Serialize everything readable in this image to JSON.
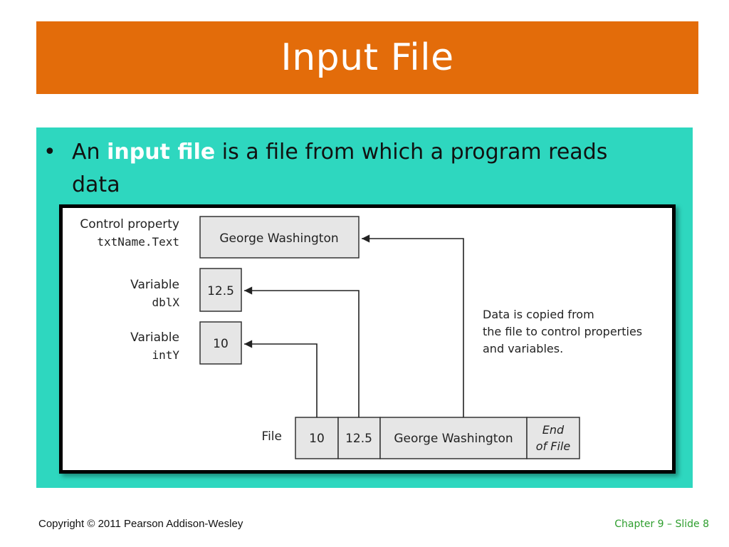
{
  "slide": {
    "title": "Input File",
    "bullet_symbol": "•",
    "bullet_prefix": "An ",
    "bullet_emphasis": "input file",
    "bullet_suffix": " is a file from which a program reads data",
    "colors": {
      "title_bg": "#e36c0a",
      "content_bg": "#2ed7bf",
      "emphasis": "#ffffff",
      "footer_right": "#2e9e2e"
    }
  },
  "figure": {
    "control_label_line1": "Control property",
    "control_label_line2": "txtName.Text",
    "control_value": "George Washington",
    "var1_label_line1": "Variable",
    "var1_label_line2": "dblX",
    "var1_value": "12.5",
    "var2_label_line1": "Variable",
    "var2_label_line2": "intY",
    "var2_value": "10",
    "note_line1": "Data is copied from",
    "note_line2": "the file to control properties",
    "note_line3": "and variables.",
    "file_label": "File",
    "file_cells": [
      "10",
      "12.5",
      "George Washington"
    ],
    "eof_line1": "End",
    "eof_line2": "of File"
  },
  "footer": {
    "copyright": "Copyright © 2011 Pearson Addison-Wesley",
    "chapter_slide": "Chapter 9 – Slide 8"
  }
}
